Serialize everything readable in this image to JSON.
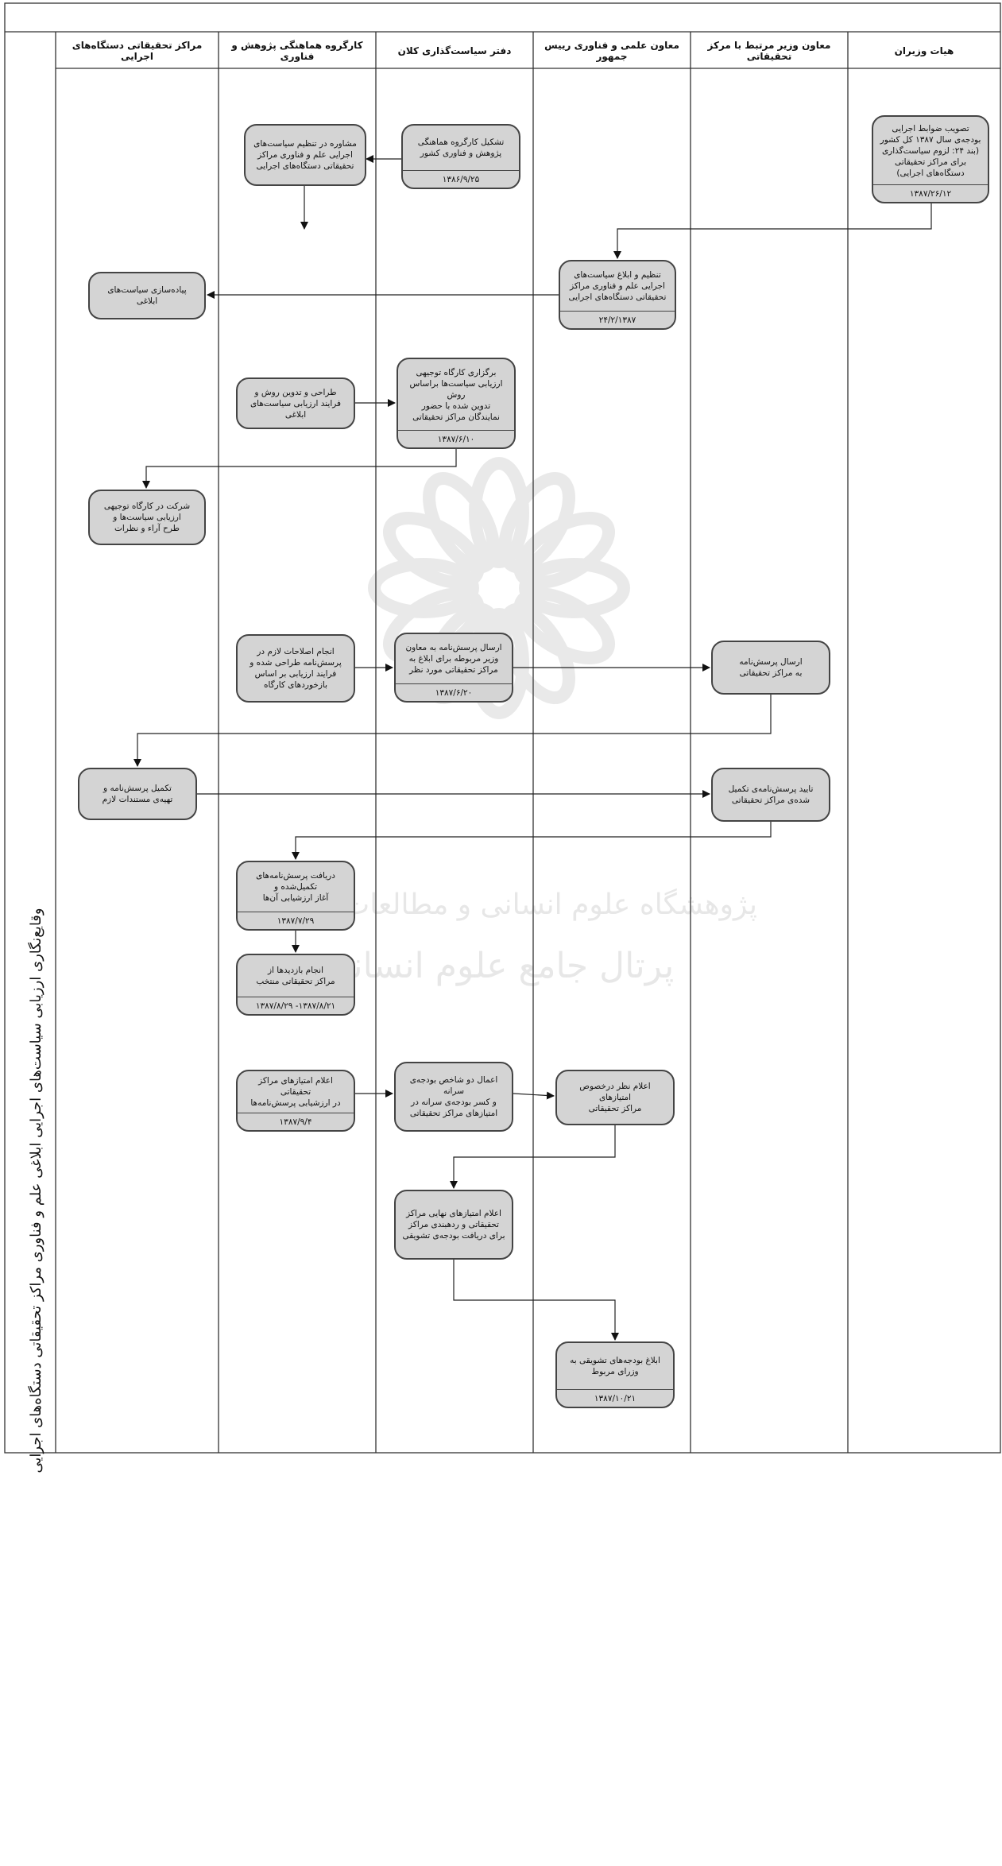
{
  "diagram_title": "وقایع‌نگاری ارزیابی سیاست‌های اجرایی ابلاغی علم و فناوری مراکز تحقیقاتی دستگاه‌های اجرایی",
  "lanes": [
    {
      "id": "lane-research-centers",
      "title": "مراکز تحقیقاتی دستگاه‌های اجرایی"
    },
    {
      "id": "lane-working-group",
      "title": "کارگروه هماهنگی پژوهش و فناوری"
    },
    {
      "id": "lane-policy-office",
      "title": "دفتر سیاست‌گذاری کلان"
    },
    {
      "id": "lane-vice-president",
      "title": "معاون علمی و فناوری رییس جمهور"
    },
    {
      "id": "lane-deputy-minister",
      "title": "معاون وزیر مرتبط با مرکز تحقیقاتی"
    },
    {
      "id": "lane-cabinet",
      "title": "هیات وزیران"
    }
  ],
  "nodes": [
    {
      "id": "n-cabinet-approval",
      "text": "تصویب ضوابط اجرایی\nبودجه‌ی سال ۱۳۸۷ کل کشور\n(بند ۲۴: لزوم سیاست‌گذاری\nبرای مراکز تحقیقاتی\nدستگاه‌های اجرایی)",
      "date": "۱۳۸۷/۲۶/۱۲"
    },
    {
      "id": "n-form-working-group",
      "text": "تشکیل کارگروه هماهنگی\nپژوهش و فناوری کشور",
      "date": "۱۳۸۶/۹/۲۵"
    },
    {
      "id": "n-consult-policies",
      "text": "مشاوره در تنظیم سیاست‌های\nاجرایی علم و فناوری مراکز\nتحقیقاتی دستگاه‌های اجرایی",
      "date": ""
    },
    {
      "id": "n-regulate-policies",
      "text": "تنظیم و ابلاغ سیاست‌های\nاجرایی علم و فناوری مراکز\nتحقیقاتی دستگاه‌های اجرایی",
      "date": "۲۴/۲/۱۳۸۷"
    },
    {
      "id": "n-implement-policies",
      "text": "پیاده‌سازی سیاست‌های ابلاغی",
      "date": ""
    },
    {
      "id": "n-design-method",
      "text": "طراحی و تدوین روش و\nفرایند ارزیابی سیاست‌های\nابلاغی",
      "date": ""
    },
    {
      "id": "n-hold-workshop",
      "text": "برگزاری کارگاه توجیهی\nارزیابی سیاست‌ها براساس\nروش\nتدوین شده با حضور\nنمایندگان مراکز تحقیقاتی",
      "date": "۱۳۸۷/۶/۱۰"
    },
    {
      "id": "n-attend-workshop",
      "text": "شرکت در کارگاه توجیهی\nارزیابی سیاست‌ها و\nطرح آراء و نظرات",
      "date": ""
    },
    {
      "id": "n-revise-questionnaire",
      "text": "انجام اصلاحات لازم در\nپرسش‌نامه طراحی شده و\nفرایند ارزیابی بر اساس\nبازخوردهای کارگاه",
      "date": ""
    },
    {
      "id": "n-send-questionnaire",
      "text": "ارسال پرسش‌نامه به معاون\nوزیر مربوطه برای ابلاغ به\nمراکز تحقیقاتی مورد نظر",
      "date": "۱۳۸۷/۶/۲۰"
    },
    {
      "id": "n-forward-questionnaire",
      "text": "ارسال پرسش‌نامه\nبه مراکز تحقیقاتی",
      "date": ""
    },
    {
      "id": "n-complete-questionnaire",
      "text": "تکمیل پرسش‌نامه و\nتهیه‌ی مستندات لازم",
      "date": ""
    },
    {
      "id": "n-confirm-questionnaire",
      "text": "تایید پرسش‌نامه‌ی تکمیل\nشده‌ی مراکز تحقیقاتی",
      "date": ""
    },
    {
      "id": "n-receive-questionnaires",
      "text": "دریافت پرسش‌نامه‌های\nتکمیل‌شده و\nآغاز ارزشیابی آن‌ها",
      "date": "۱۳۸۷/۷/۲۹"
    },
    {
      "id": "n-site-visits",
      "text": "انجام بازدیدها از\nمراکز تحقیقاتی منتخب",
      "date": "۱۳۸۷/۸/۲۱- ۱۳۸۷/۸/۲۹"
    },
    {
      "id": "n-announce-scores",
      "text": "اعلام امتیازهای مراکز تحقیقاتی\nدر ارزشیابی پرسش‌نامه‌ها",
      "date": "۱۳۸۷/۹/۴"
    },
    {
      "id": "n-apply-budget-indices",
      "text": "اعمال دو شاخص بودجه‌ی سرانه\nو کسر بودجه‌ی سرانه در\nامتیازهای مراکز تحقیقاتی",
      "date": ""
    },
    {
      "id": "n-opinion-scores",
      "text": "اعلام نظر درخصوص امتیازهای\nمراکز تحقیقاتی",
      "date": ""
    },
    {
      "id": "n-final-scores",
      "text": "اعلام امتیازهای نهایی مراکز\nتحقیقاتی و ردهبندی مراکز\nبرای دریافت بودجه‌ی تشویقی",
      "date": ""
    },
    {
      "id": "n-incentive-budgets",
      "text": "ابلاغ بودجه‌های تشویقی به\nوزرای مربوط",
      "date": "۱۳۸۷/۱۰/۲۱"
    }
  ],
  "edges": [
    {
      "from": "n-form-working-group",
      "to": "n-consult-policies"
    },
    {
      "from": "n-cabinet-approval",
      "to": "n-regulate-policies"
    },
    {
      "from": "n-consult-policies",
      "to": "n-regulate-policies"
    },
    {
      "from": "n-regulate-policies",
      "to": "n-implement-policies"
    },
    {
      "from": "n-design-method",
      "to": "n-hold-workshop"
    },
    {
      "from": "n-hold-workshop",
      "to": "n-attend-workshop"
    },
    {
      "from": "n-revise-questionnaire",
      "to": "n-send-questionnaire"
    },
    {
      "from": "n-send-questionnaire",
      "to": "n-forward-questionnaire"
    },
    {
      "from": "n-forward-questionnaire",
      "to": "n-complete-questionnaire"
    },
    {
      "from": "n-complete-questionnaire",
      "to": "n-confirm-questionnaire"
    },
    {
      "from": "n-confirm-questionnaire",
      "to": "n-receive-questionnaires"
    },
    {
      "from": "n-receive-questionnaires",
      "to": "n-site-visits"
    },
    {
      "from": "n-announce-scores",
      "to": "n-apply-budget-indices"
    },
    {
      "from": "n-apply-budget-indices",
      "to": "n-opinion-scores"
    },
    {
      "from": "n-opinion-scores",
      "to": "n-final-scores"
    },
    {
      "from": "n-final-scores",
      "to": "n-incentive-budgets"
    }
  ],
  "watermark": {
    "line1": "پژوهشگاه علوم انسانی و مطالعات فرهنگی",
    "line2": "پرتال جامع علوم انسانی"
  },
  "colors": {
    "node_fill": "#d4d4d4",
    "node_border": "#444444",
    "line": "#222222",
    "frame": "#333333"
  }
}
